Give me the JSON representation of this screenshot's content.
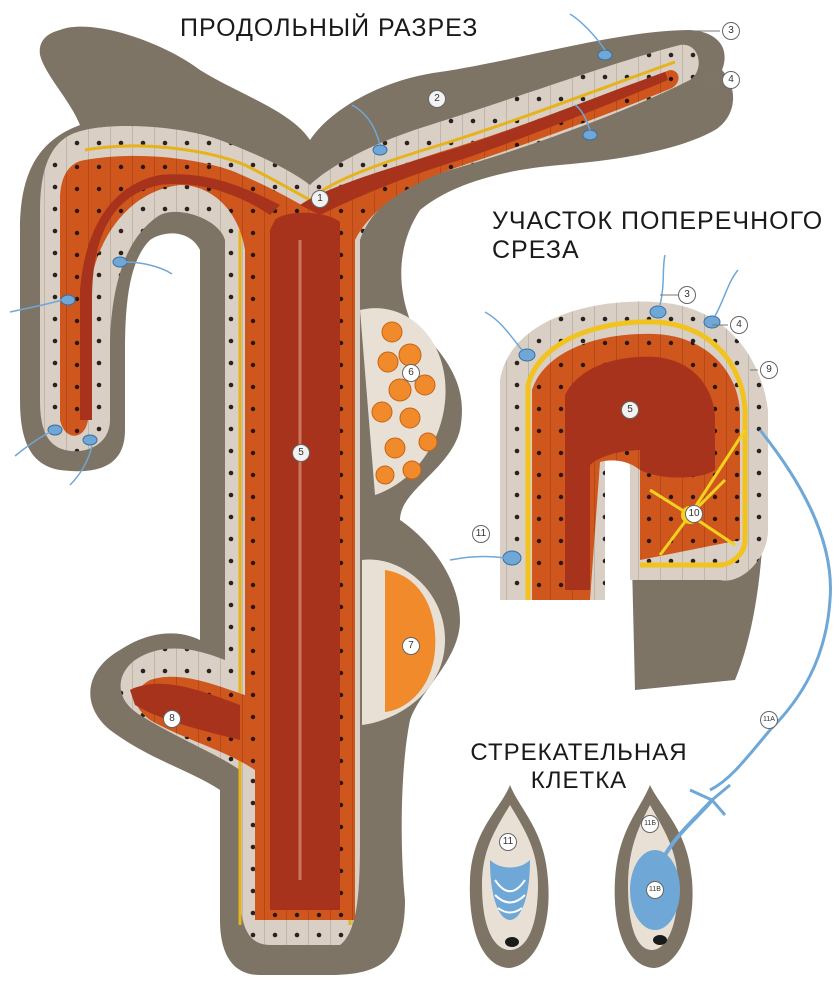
{
  "headings": {
    "longitudinal": "ПРОДОЛЬНЫЙ РАЗРЕЗ",
    "cross_line1": "УЧАСТОК ПОПЕРЕЧНОГО",
    "cross_line2": "СРЕЗА",
    "cnido_line1": "СТРЕКАТЕЛЬНАЯ",
    "cnido_line2": "КЛЕТКА"
  },
  "callouts": {
    "c1": "1",
    "c2": "2",
    "c3": "3",
    "c4": "4",
    "c5": "5",
    "c6": "6",
    "c7": "7",
    "c8": "8",
    "x3": "3",
    "x4": "4",
    "x9": "9",
    "x5": "5",
    "x10": "10",
    "x11": "11",
    "n11": "11",
    "n11a": "11A",
    "n11b": "11Б",
    "n11v": "11В"
  },
  "colors": {
    "ectoderm": "#d9cfc4",
    "mesoglea": "#e6b21e",
    "endoderm": "#d4591e",
    "cavity": "#a8331c",
    "cnidocyte": "#6fa7d6",
    "base_gray": "#7d7466",
    "egg": "#f08a2a"
  }
}
